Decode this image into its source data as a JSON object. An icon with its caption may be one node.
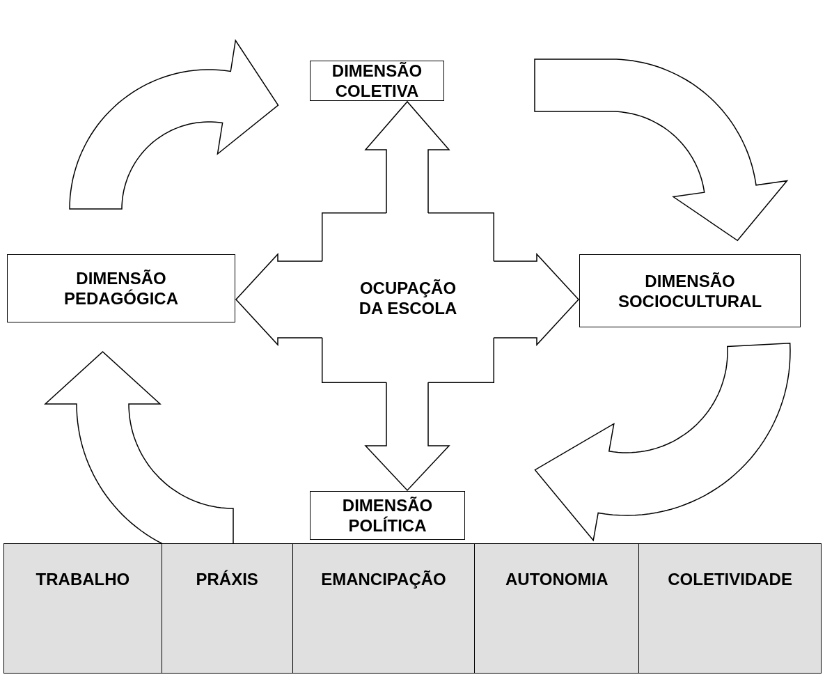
{
  "diagram": {
    "nodes": [
      {
        "text": [
          "DIMENSÃO COLETIVA"
        ]
      },
      {
        "text": [
          "DIMENSÃO PEDAGÓGICA"
        ]
      },
      {
        "text": [
          "OCUPAÇÃO DA ESCOLA"
        ]
      },
      {
        "text": [
          "DIMENSÃO SOCIOCULTURAL"
        ]
      },
      {
        "text": [
          "DIMENSÃO POLÍTICA"
        ]
      }
    ],
    "edges": [
      {
        "from": 1,
        "to": 0,
        "arrow": "to"
      },
      {
        "from": 0,
        "to": 3,
        "arrow": "to"
      },
      {
        "from": 3,
        "to": 4,
        "arrow": "to"
      },
      {
        "from": 4,
        "to": 1,
        "arrow": "to"
      },
      {
        "from": 2,
        "to": 0,
        "arrow": "to"
      },
      {
        "from": 2,
        "to": 1,
        "arrow": "to"
      },
      {
        "from": 2,
        "to": 3,
        "arrow": "to"
      },
      {
        "from": 2,
        "to": 4,
        "arrow": "to"
      }
    ],
    "labels": [
      "TRABALHO",
      "PRÁXIS",
      "EMANCIPAÇÃO",
      "AUTONOMIA",
      "COLETIVIDADE"
    ]
  }
}
